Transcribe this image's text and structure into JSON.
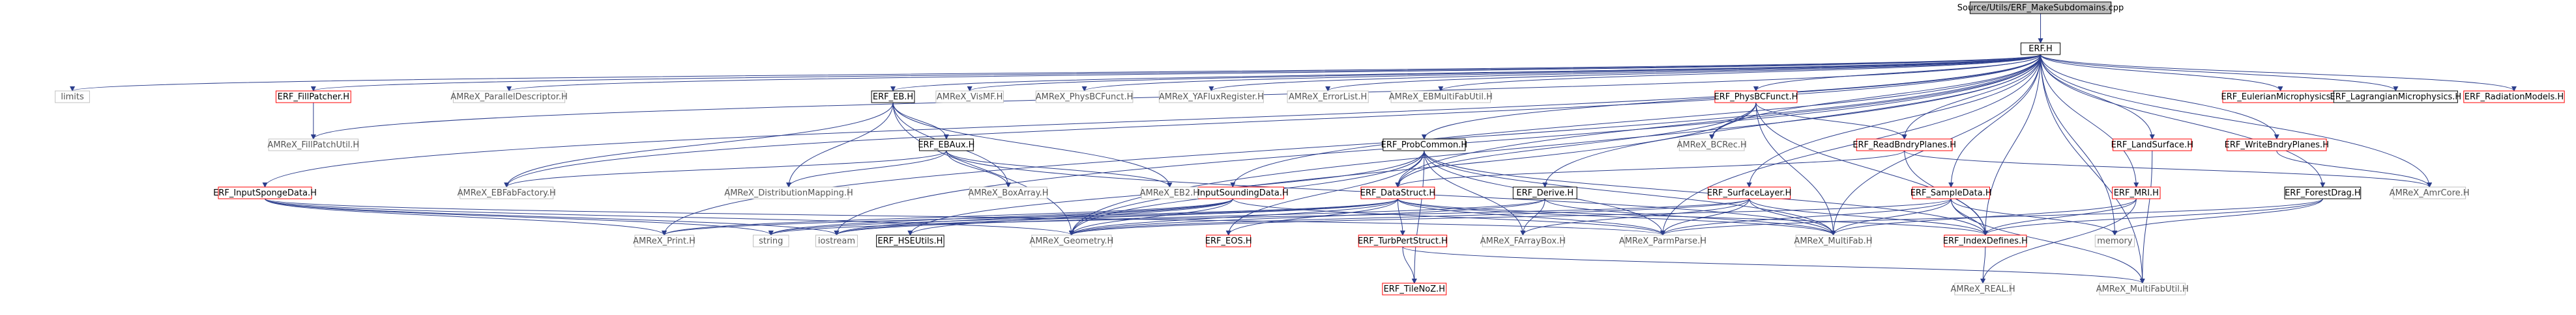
{
  "colors": {
    "root_fill": "#bfbfbf",
    "root_stroke": "#000000",
    "doc_stroke": "#000000",
    "undoc_stroke": "#c0c0c0",
    "red_stroke": "#ff0000",
    "text_dark": "#000000",
    "text_gray": "#555555",
    "edge": "#2c3e8c"
  },
  "nodes": [
    {
      "id": "root",
      "label": "Source/Utils/ERF_MakeSubdomains.cpp",
      "style": "root"
    },
    {
      "id": "erf",
      "label": "ERF.H",
      "style": "doc"
    },
    {
      "id": "limits",
      "label": "limits",
      "style": "gray"
    },
    {
      "id": "fillpatcher",
      "label": "ERF_FillPatcher.H",
      "style": "red"
    },
    {
      "id": "pardesc",
      "label": "AMReX_ParallelDescriptor.H",
      "style": "gray"
    },
    {
      "id": "eb",
      "label": "ERF_EB.H",
      "style": "doc"
    },
    {
      "id": "vismf",
      "label": "AMReX_VisMF.H",
      "style": "gray"
    },
    {
      "id": "physbcfunct_amrex",
      "label": "AMReX_PhysBCFunct.H",
      "style": "gray"
    },
    {
      "id": "yafluxreg",
      "label": "AMReX_YAFluxRegister.H",
      "style": "gray"
    },
    {
      "id": "errorlist",
      "label": "AMReX_ErrorList.H",
      "style": "gray"
    },
    {
      "id": "ebmultifabutil",
      "label": "AMReX_EBMultiFabUtil.H",
      "style": "gray"
    },
    {
      "id": "physbcfunct",
      "label": "ERF_PhysBCFunct.H",
      "style": "red"
    },
    {
      "id": "eulerian",
      "label": "ERF_EulerianMicrophysics.H",
      "style": "red"
    },
    {
      "id": "lagrangian",
      "label": "ERF_LagrangianMicrophysics.H",
      "style": "doc"
    },
    {
      "id": "radiation",
      "label": "ERF_RadiationModels.H",
      "style": "red"
    },
    {
      "id": "fillpatchutil",
      "label": "AMReX_FillPatchUtil.H",
      "style": "gray"
    },
    {
      "id": "ebaux",
      "label": "ERF_EBAux.H",
      "style": "doc"
    },
    {
      "id": "probcommon",
      "label": "ERF_ProbCommon.H",
      "style": "doc"
    },
    {
      "id": "bcrec",
      "label": "AMReX_BCRec.H",
      "style": "gray"
    },
    {
      "id": "readbndry",
      "label": "ERF_ReadBndryPlanes.H",
      "style": "red"
    },
    {
      "id": "landsurface",
      "label": "ERF_LandSurface.H",
      "style": "red"
    },
    {
      "id": "writebndry",
      "label": "ERF_WriteBndryPlanes.H",
      "style": "red"
    },
    {
      "id": "inputsponge",
      "label": "ERF_InputSpongeData.H",
      "style": "red"
    },
    {
      "id": "inputsounding",
      "label": "ERF_InputSoundingData.H",
      "style": "red"
    },
    {
      "id": "ebfabfactory",
      "label": "AMReX_EBFabFactory.H",
      "style": "gray"
    },
    {
      "id": "distmap",
      "label": "AMReX_DistributionMapping.H",
      "style": "gray"
    },
    {
      "id": "boxarray",
      "label": "AMReX_BoxArray.H",
      "style": "gray"
    },
    {
      "id": "eb2",
      "label": "AMReX_EB2.H",
      "style": "gray"
    },
    {
      "id": "datastruct",
      "label": "ERF_DataStruct.H",
      "style": "red"
    },
    {
      "id": "derive",
      "label": "ERF_Derive.H",
      "style": "doc"
    },
    {
      "id": "surfacelayer",
      "label": "ERF_SurfaceLayer.H",
      "style": "red"
    },
    {
      "id": "sampledata",
      "label": "ERF_SampleData.H",
      "style": "red"
    },
    {
      "id": "mri",
      "label": "ERF_MRI.H",
      "style": "red"
    },
    {
      "id": "forestdrag",
      "label": "ERF_ForestDrag.H",
      "style": "doc"
    },
    {
      "id": "amrcore",
      "label": "AMReX_AmrCore.H",
      "style": "gray"
    },
    {
      "id": "print",
      "label": "AMReX_Print.H",
      "style": "gray"
    },
    {
      "id": "string",
      "label": "string",
      "style": "gray"
    },
    {
      "id": "iostream",
      "label": "iostream",
      "style": "gray"
    },
    {
      "id": "hseutils",
      "label": "ERF_HSEUtils.H",
      "style": "doc"
    },
    {
      "id": "geometry",
      "label": "AMReX_Geometry.H",
      "style": "gray"
    },
    {
      "id": "eos",
      "label": "ERF_EOS.H",
      "style": "red"
    },
    {
      "id": "turbpert",
      "label": "ERF_TurbPertStruct.H",
      "style": "red"
    },
    {
      "id": "farraybox",
      "label": "AMReX_FArrayBox.H",
      "style": "gray"
    },
    {
      "id": "parmparse",
      "label": "AMReX_ParmParse.H",
      "style": "gray"
    },
    {
      "id": "multifab",
      "label": "AMReX_MultiFab.H",
      "style": "gray"
    },
    {
      "id": "indexdefines",
      "label": "ERF_IndexDefines.H",
      "style": "red"
    },
    {
      "id": "memory",
      "label": "memory",
      "style": "gray"
    },
    {
      "id": "tilenoz",
      "label": "ERF_TileNoZ.H",
      "style": "red"
    },
    {
      "id": "real",
      "label": "AMReX_REAL.H",
      "style": "gray"
    },
    {
      "id": "multifabutil",
      "label": "AMReX_MultiFabUtil.H",
      "style": "gray"
    }
  ],
  "edges": [
    [
      "root",
      "erf"
    ],
    [
      "erf",
      "limits"
    ],
    [
      "erf",
      "fillpatcher"
    ],
    [
      "erf",
      "pardesc"
    ],
    [
      "erf",
      "eb"
    ],
    [
      "erf",
      "vismf"
    ],
    [
      "erf",
      "physbcfunct_amrex"
    ],
    [
      "erf",
      "yafluxreg"
    ],
    [
      "erf",
      "errorlist"
    ],
    [
      "erf",
      "ebmultifabutil"
    ],
    [
      "erf",
      "physbcfunct"
    ],
    [
      "erf",
      "eulerian"
    ],
    [
      "erf",
      "lagrangian"
    ],
    [
      "erf",
      "radiation"
    ],
    [
      "erf",
      "probcommon"
    ],
    [
      "erf",
      "bcrec"
    ],
    [
      "erf",
      "readbndry"
    ],
    [
      "erf",
      "landsurface"
    ],
    [
      "erf",
      "writebndry"
    ],
    [
      "erf",
      "inputsponge"
    ],
    [
      "erf",
      "inputsounding"
    ],
    [
      "erf",
      "ebfabfactory"
    ],
    [
      "erf",
      "datastruct"
    ],
    [
      "erf",
      "derive"
    ],
    [
      "erf",
      "surfacelayer"
    ],
    [
      "erf",
      "sampledata"
    ],
    [
      "erf",
      "mri"
    ],
    [
      "erf",
      "forestdrag"
    ],
    [
      "erf",
      "amrcore"
    ],
    [
      "erf",
      "print"
    ],
    [
      "erf",
      "iostream"
    ],
    [
      "erf",
      "geometry"
    ],
    [
      "erf",
      "parmparse"
    ],
    [
      "erf",
      "multifab"
    ],
    [
      "erf",
      "indexdefines"
    ],
    [
      "erf",
      "memory"
    ],
    [
      "erf",
      "multifabutil"
    ],
    [
      "erf",
      "fillpatchutil"
    ],
    [
      "fillpatcher",
      "fillpatchutil"
    ],
    [
      "eb",
      "ebaux"
    ],
    [
      "eb",
      "ebfabfactory"
    ],
    [
      "eb",
      "distmap"
    ],
    [
      "eb",
      "boxarray"
    ],
    [
      "eb",
      "eb2"
    ],
    [
      "eb",
      "geometry"
    ],
    [
      "ebaux",
      "ebfabfactory"
    ],
    [
      "ebaux",
      "distmap"
    ],
    [
      "ebaux",
      "boxarray"
    ],
    [
      "ebaux",
      "eb2"
    ],
    [
      "ebaux",
      "multifab"
    ],
    [
      "physbcfunct",
      "bcrec"
    ],
    [
      "physbcfunct",
      "readbndry"
    ],
    [
      "physbcfunct",
      "datastruct"
    ],
    [
      "physbcfunct",
      "multifab"
    ],
    [
      "physbcfunct",
      "indexdefines"
    ],
    [
      "physbcfunct",
      "geometry"
    ],
    [
      "readbndry",
      "datastruct"
    ],
    [
      "readbndry",
      "amrcore"
    ],
    [
      "readbndry",
      "indexdefines"
    ],
    [
      "landsurface",
      "multifabutil"
    ],
    [
      "writebndry",
      "amrcore"
    ],
    [
      "probcommon",
      "datastruct"
    ],
    [
      "probcommon",
      "geometry"
    ],
    [
      "probcommon",
      "parmparse"
    ],
    [
      "probcommon",
      "farraybox"
    ],
    [
      "probcommon",
      "multifab"
    ],
    [
      "probcommon",
      "hseutils"
    ],
    [
      "probcommon",
      "eos"
    ],
    [
      "probcommon",
      "tilenoz"
    ],
    [
      "probcommon",
      "indexdefines"
    ],
    [
      "inputsponge",
      "print"
    ],
    [
      "inputsponge",
      "string"
    ],
    [
      "inputsponge",
      "iostream"
    ],
    [
      "inputsponge",
      "geometry"
    ],
    [
      "inputsponge",
      "parmparse"
    ],
    [
      "inputsounding",
      "print"
    ],
    [
      "inputsounding",
      "string"
    ],
    [
      "inputsounding",
      "iostream"
    ],
    [
      "inputsounding",
      "geometry"
    ],
    [
      "inputsounding",
      "hseutils"
    ],
    [
      "inputsounding",
      "parmparse"
    ],
    [
      "datastruct",
      "string"
    ],
    [
      "datastruct",
      "iostream"
    ],
    [
      "datastruct",
      "geometry"
    ],
    [
      "datastruct",
      "eos"
    ],
    [
      "datastruct",
      "turbpert"
    ],
    [
      "datastruct",
      "parmparse"
    ],
    [
      "datastruct",
      "print"
    ],
    [
      "datastruct",
      "multifab"
    ],
    [
      "datastruct",
      "indexdefines"
    ],
    [
      "derive",
      "geometry"
    ],
    [
      "derive",
      "farraybox"
    ],
    [
      "derive",
      "multifab"
    ],
    [
      "derive",
      "iostream"
    ],
    [
      "turbpert",
      "tilenoz"
    ],
    [
      "turbpert",
      "multifabutil"
    ],
    [
      "surfacelayer",
      "geometry"
    ],
    [
      "surfacelayer",
      "parmparse"
    ],
    [
      "surfacelayer",
      "farraybox"
    ],
    [
      "surfacelayer",
      "multifab"
    ],
    [
      "surfacelayer",
      "indexdefines"
    ],
    [
      "surfacelayer",
      "string"
    ],
    [
      "sampledata",
      "geometry"
    ],
    [
      "sampledata",
      "parmparse"
    ],
    [
      "sampledata",
      "multifab"
    ],
    [
      "sampledata",
      "indexdefines"
    ],
    [
      "sampledata",
      "memory"
    ],
    [
      "sampledata",
      "multifabutil"
    ],
    [
      "mri",
      "real"
    ],
    [
      "mri",
      "multifab"
    ],
    [
      "mri",
      "indexdefines"
    ],
    [
      "forestdrag",
      "memory"
    ],
    [
      "forestdrag",
      "indexdefines"
    ],
    [
      "forestdrag",
      "parmparse"
    ],
    [
      "indexdefines",
      "real"
    ]
  ]
}
